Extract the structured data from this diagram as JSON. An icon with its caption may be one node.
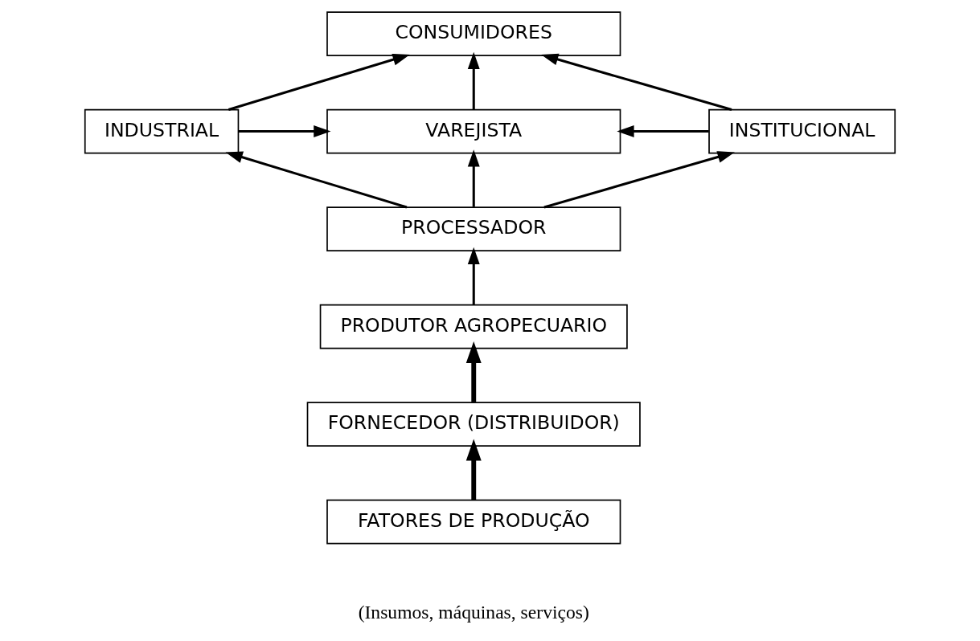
{
  "diagram": {
    "nodes": [
      {
        "text": [
          "CONSUMIDORES"
        ]
      },
      {
        "text": [
          "INDUSTRIAL"
        ]
      },
      {
        "text": [
          "VAREJISTA"
        ]
      },
      {
        "text": [
          "INSTITUCIONAL"
        ]
      },
      {
        "text": [
          "PROCESSADOR"
        ]
      },
      {
        "text": [
          "PRODUTOR AGROPECUARIO"
        ]
      },
      {
        "text": [
          "FORNECEDOR (DISTRIBUIDOR)"
        ]
      },
      {
        "text": [
          "FATORES DE PRODUÇÃO"
        ],
        "beside": [
          "(Insumos, máquinas, serviços)"
        ]
      }
    ],
    "edges": [
      {
        "from": 1,
        "to": 0,
        "arrow": "to"
      },
      {
        "from": 2,
        "to": 0,
        "arrow": "to"
      },
      {
        "from": 3,
        "to": 0,
        "arrow": "to"
      },
      {
        "from": 1,
        "to": 2,
        "arrow": "to"
      },
      {
        "from": 3,
        "to": 2,
        "arrow": "to"
      },
      {
        "from": 4,
        "to": 1,
        "arrow": "to"
      },
      {
        "from": 4,
        "to": 2,
        "arrow": "to"
      },
      {
        "from": 4,
        "to": 3,
        "arrow": "to"
      },
      {
        "from": 5,
        "to": 4,
        "arrow": "to"
      },
      {
        "from": 6,
        "to": 5,
        "arrow": "to",
        "style": "thick"
      },
      {
        "from": 7,
        "to": 6,
        "arrow": "to",
        "style": "thick"
      }
    ]
  }
}
